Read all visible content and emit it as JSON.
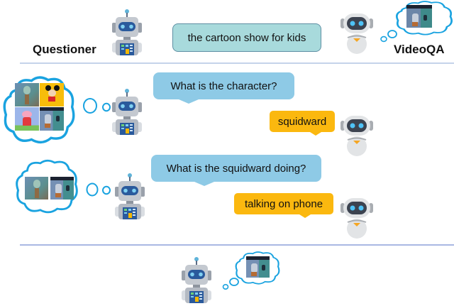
{
  "header": {
    "questioner_label": "Questioner",
    "videoqa_label": "VideoQA",
    "topic_bubble": "the cartoon show for kids"
  },
  "dialogue": [
    {
      "question": "What is the character?",
      "answer": "squidward",
      "thought_thumbnails": [
        "squidward-scene",
        "mickey-mouse",
        "peppa-pig",
        "squidward-phone-scene"
      ]
    },
    {
      "question": "What is the squidward doing?",
      "answer": "talking on phone",
      "thought_thumbnails": [
        "squidward-scene",
        "squidward-phone-scene"
      ]
    }
  ],
  "final": {
    "thought_thumbnails": [
      "squidward-phone-scene"
    ]
  },
  "colors": {
    "topic_bubble": "#a8dadc",
    "question_bubble": "#8ecae6",
    "answer_bubble": "#fbb80f",
    "cloud_outline": "#1aa3e0",
    "divider": "#c5d3ea"
  }
}
